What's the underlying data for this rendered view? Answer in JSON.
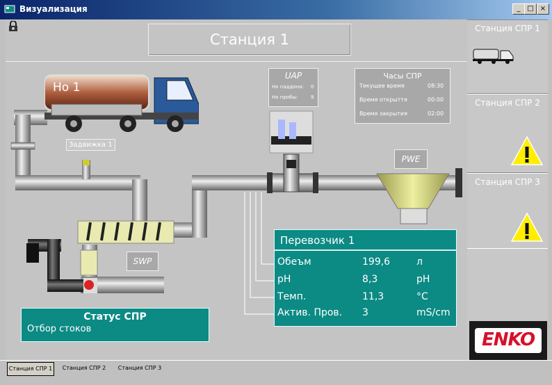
{
  "window": {
    "title": "Визуализация",
    "buttons": [
      "_",
      "□",
      "×"
    ]
  },
  "station_title": "Станция 1",
  "truck_label": "Но 1",
  "valve_label": "Задвижка 1",
  "uap": {
    "title": "UAP",
    "rows": [
      {
        "label": "Но паддона:",
        "value": "0"
      },
      {
        "label": "Но пробы:",
        "value": "9"
      }
    ]
  },
  "clock": {
    "title": "Часы СПР",
    "rows": [
      {
        "label": "Текущее время",
        "value": "08:30"
      },
      {
        "label": "Время открыття",
        "value": "00:00"
      },
      {
        "label": "Время закрытия",
        "value": "02:00"
      }
    ]
  },
  "pwe_label": "PWE",
  "swp_label": "SWP",
  "carrier": {
    "title": "Перевозчик 1",
    "rows": [
      {
        "label": "Обеъм",
        "value": "199,6",
        "unit": "л"
      },
      {
        "label": "pH",
        "value": "8,3",
        "unit": "pH"
      },
      {
        "label": "Темп.",
        "value": "11,3",
        "unit": "°C"
      },
      {
        "label": "Актив. Пров.",
        "value": "3",
        "unit": "mS/cm"
      }
    ]
  },
  "status": {
    "title": "Статус СПР",
    "value": "Отбор стоков"
  },
  "sidebar": [
    {
      "label": "Станция СПР 1",
      "icon": "truck-icon"
    },
    {
      "label": "Станция СПР 2",
      "icon": "warning-icon"
    },
    {
      "label": "Станция СПР 3",
      "icon": "warning-icon"
    }
  ],
  "logo_text": "ENKO",
  "tabs": [
    "Станция СПР 1",
    "Станция СПР 2",
    "Станция СПР 3"
  ],
  "colors": {
    "teal": "#0c8a84",
    "warning": "#ffee00",
    "logo_red": "#d8102a",
    "logo_blue": "#1a3a9a"
  }
}
